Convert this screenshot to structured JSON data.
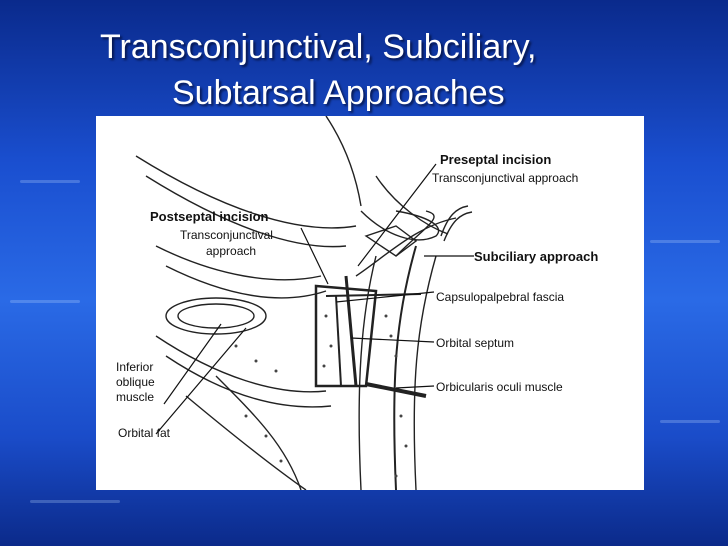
{
  "slide": {
    "title_line1": "Transconjunctival, Subciliary,",
    "title_line2": "Subtarsal Approaches"
  },
  "figure": {
    "labels": {
      "preseptal_incision": "Preseptal incision",
      "preseptal_sub": "Transconjunctival approach",
      "postseptal_incision": "Postseptal incision",
      "postseptal_sub1": "Transconjunctival",
      "postseptal_sub2": "approach",
      "subciliary_approach": "Subciliary approach",
      "capsulopalpebral_fascia": "Capsulopalpebral fascia",
      "orbital_septum": "Orbital septum",
      "orbicularis_oculi_muscle": "Orbicularis oculi muscle",
      "inferior_oblique_1": "Inferior",
      "inferior_oblique_2": "oblique",
      "inferior_oblique_3": "muscle",
      "orbital_fat": "Orbital fat"
    }
  },
  "colors": {
    "background_top": "#0a2a8c",
    "background_mid": "#2a6ae6",
    "title_text": "#ffffff",
    "figure_bg": "#ffffff"
  }
}
